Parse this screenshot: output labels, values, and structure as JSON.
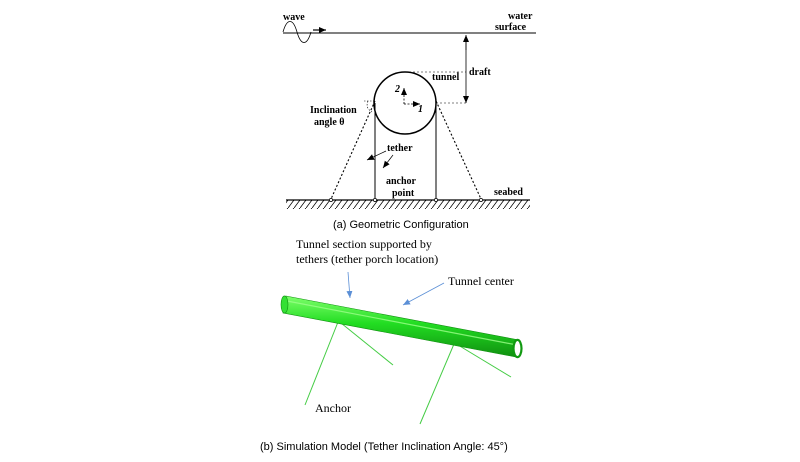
{
  "panel_a": {
    "labels": {
      "wave": "wave",
      "water_surface_1": "water",
      "water_surface_2": "surface",
      "draft": "draft",
      "tunnel": "tunnel",
      "axis_2": "2",
      "axis_1": "1",
      "inclination_1": "Inclination",
      "inclination_2": "angle θ",
      "tether": "tether",
      "anchor_1": "anchor",
      "anchor_2": "point",
      "seabed": "seabed"
    },
    "caption": "(a) Geometric Configuration"
  },
  "panel_b": {
    "labels": {
      "tunnel_section_1": "Tunnel section supported by",
      "tunnel_section_2": "tethers (tether porch location)",
      "tunnel_center": "Tunnel center",
      "anchor": "Anchor"
    },
    "caption": "(b) Simulation Model (Tether Inclination Angle: 45°)"
  },
  "colors": {
    "tube": "#22dd22",
    "tube_dark": "#119911",
    "tether_green": "#44cc44",
    "arrow_blue": "#5b8fd6",
    "ink": "#000000"
  }
}
